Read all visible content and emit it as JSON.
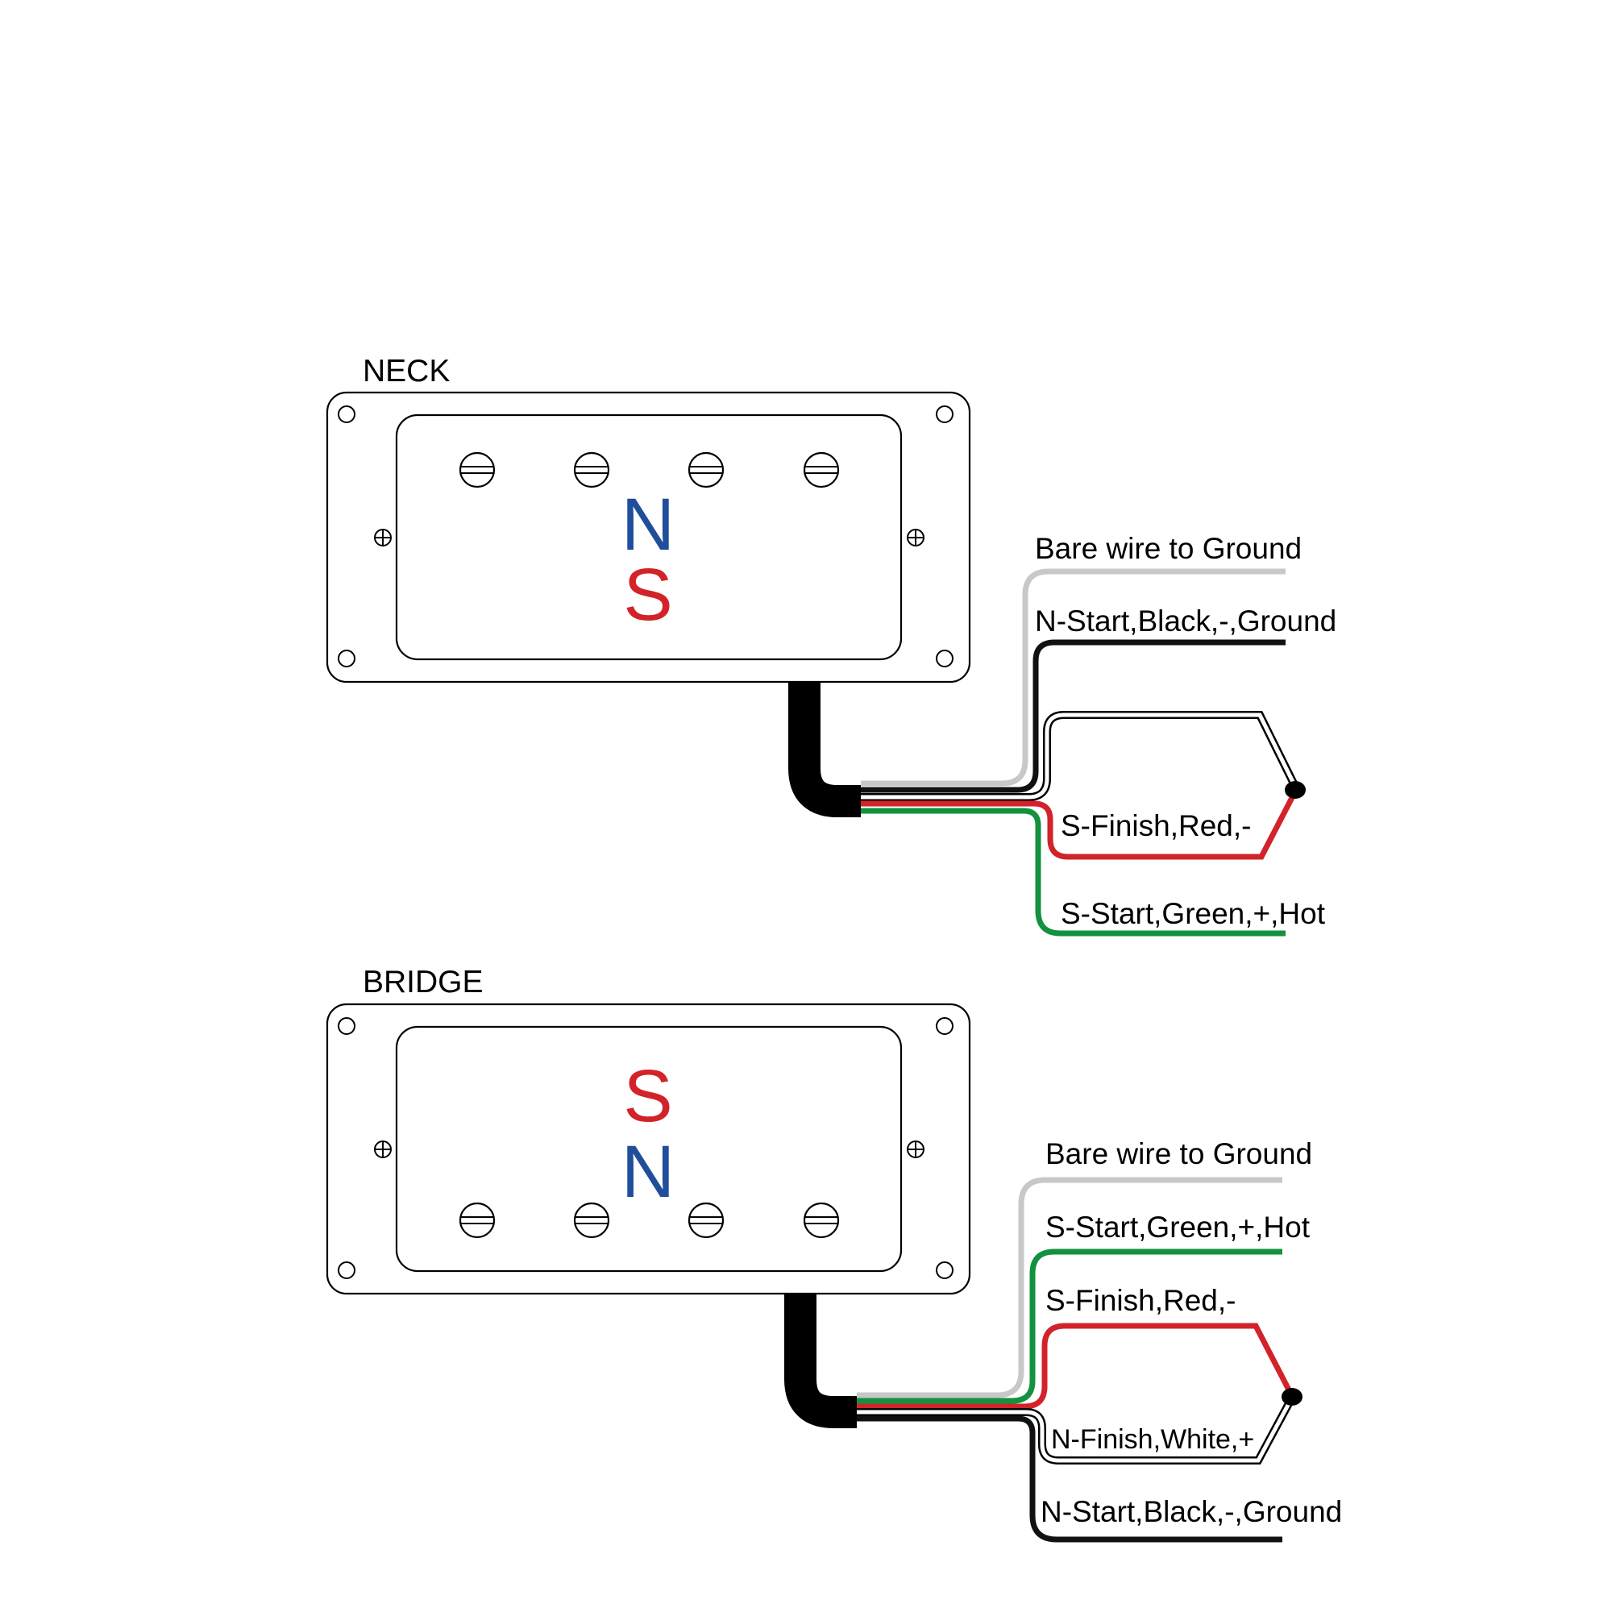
{
  "colors": {
    "background": "#ffffff",
    "outline": "#000000",
    "bare": "#c8c8c8",
    "black": "#111111",
    "red": "#d2232a",
    "green": "#12923e",
    "white": "#ffffff",
    "north_pole": "#1f4e9b",
    "south_pole": "#d2232a"
  },
  "neck": {
    "title": "NECK",
    "pole_top": "N",
    "pole_bottom": "S",
    "wires": {
      "bare": "Bare wire to Ground",
      "n_start": "N-Start,Black,-,Ground",
      "s_finish": "S-Finish,Red,-",
      "s_start": "S-Start,Green,+,Hot"
    }
  },
  "bridge": {
    "title": "BRIDGE",
    "pole_top": "S",
    "pole_bottom": "N",
    "wires": {
      "bare": "Bare wire to Ground",
      "s_start": "S-Start,Green,+,Hot",
      "s_finish": "S-Finish,Red,-",
      "n_finish": "N-Finish,White,+",
      "n_start": "N-Start,Black,-,Ground"
    }
  }
}
